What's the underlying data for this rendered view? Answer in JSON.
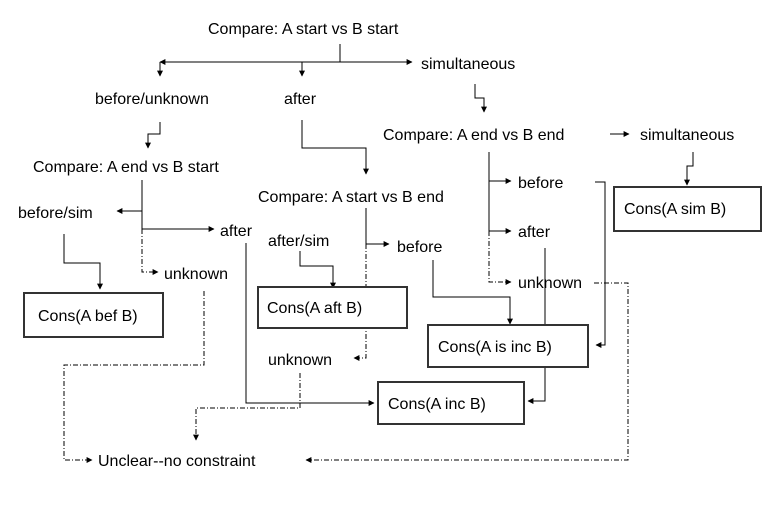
{
  "nodes": {
    "compare_start_start": "Compare: A start vs B start",
    "before_unknown": "before/unknown",
    "after_top": "after",
    "simultaneous_top": "simultaneous",
    "compare_end_start": "Compare: A end vs B start",
    "before_sim": "before/sim",
    "after_left": "after",
    "unknown_left": "unknown",
    "compare_start_end": "Compare: A start vs B end",
    "after_sim": "after/sim",
    "before_mid": "before",
    "unknown_mid": "unknown",
    "compare_end_end": "Compare: A end vs B end",
    "simultaneous_right": "simultaneous",
    "before_right": "before",
    "after_right": "after",
    "unknown_right": "unknown",
    "unclear": "Unclear--no constraint"
  },
  "boxes": {
    "cons_bef": "Cons(A bef B)",
    "cons_aft": "Cons(A aft B)",
    "cons_is_inc": "Cons(A is inc B)",
    "cons_inc": "Cons(A inc B)",
    "cons_sim": "Cons(A sim B)"
  }
}
